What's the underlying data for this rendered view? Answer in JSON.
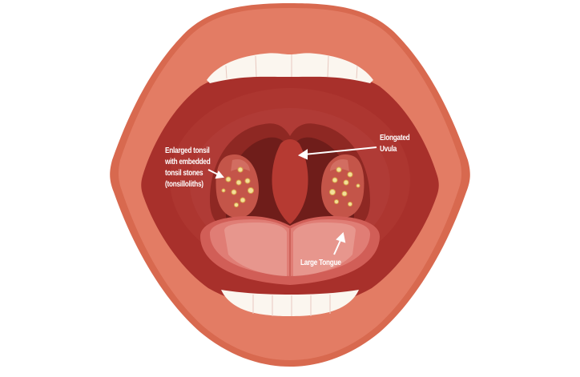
{
  "diagram": {
    "subject": "Open mouth showing throat anatomy",
    "labels": {
      "tonsil": {
        "lines": [
          "Enlarged tonsil",
          "with embedded",
          "tonsil stones",
          "(tonsilloliths)"
        ]
      },
      "uvula": {
        "lines": [
          "Elongated",
          "Uvula"
        ]
      },
      "tongue": {
        "lines": [
          "Large Tongue"
        ]
      }
    },
    "colors": {
      "lip": "#e17a63",
      "lip_dark": "#d26650",
      "mouth_interior": "#a8302b",
      "throat_dark": "#7a1f1c",
      "tongue": "#e07d75",
      "tongue_light": "#e89a92",
      "teeth": "#fbf6ef",
      "tonsil": "#c45549",
      "tonsil_stone": "#f3df9a",
      "label_text": "#ffffff",
      "background": "#ffffff"
    }
  }
}
